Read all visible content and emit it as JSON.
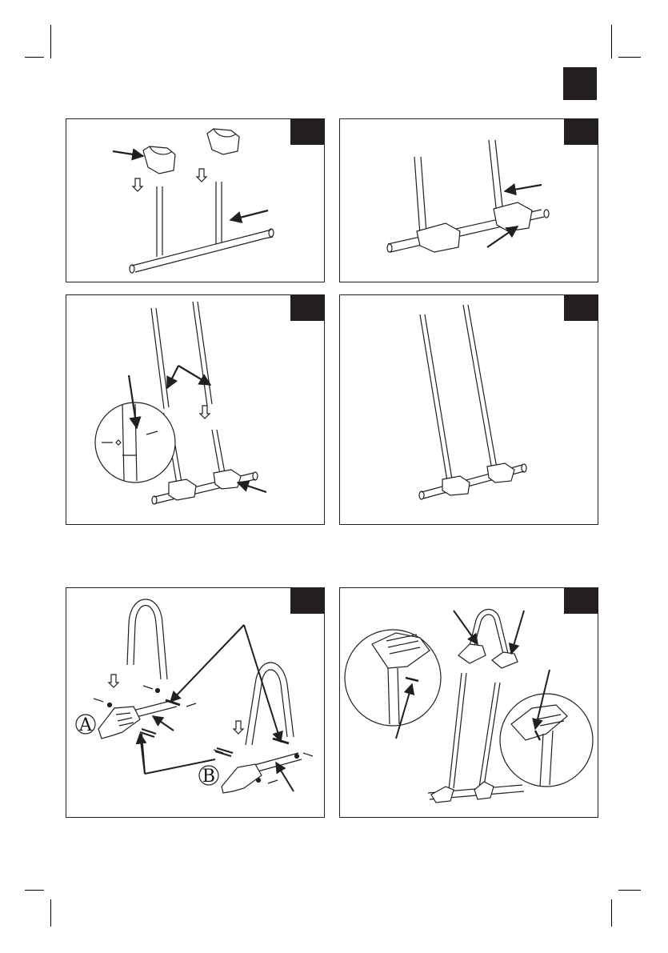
{
  "page": {
    "title": "",
    "width": 835,
    "height": 1191
  },
  "panels": [
    {
      "id": 1,
      "kind": "illustration",
      "subject": "seat-bases-onto-t-frame"
    },
    {
      "id": 2,
      "kind": "illustration",
      "subject": "seat-bases-attached"
    },
    {
      "id": 3,
      "kind": "illustration",
      "subject": "insert-uprights"
    },
    {
      "id": 4,
      "kind": "illustration",
      "subject": "uprights-assembled"
    },
    {
      "id": 5,
      "kind": "illustration",
      "subject": "handrails-with-connectors",
      "labels": {
        "a": "A",
        "b": "B"
      }
    },
    {
      "id": 6,
      "kind": "illustration",
      "subject": "handrails-attached-to-uprights"
    }
  ],
  "colors": {
    "ink": "#231f20",
    "tab": "#231f20",
    "paper": "#ffffff"
  }
}
